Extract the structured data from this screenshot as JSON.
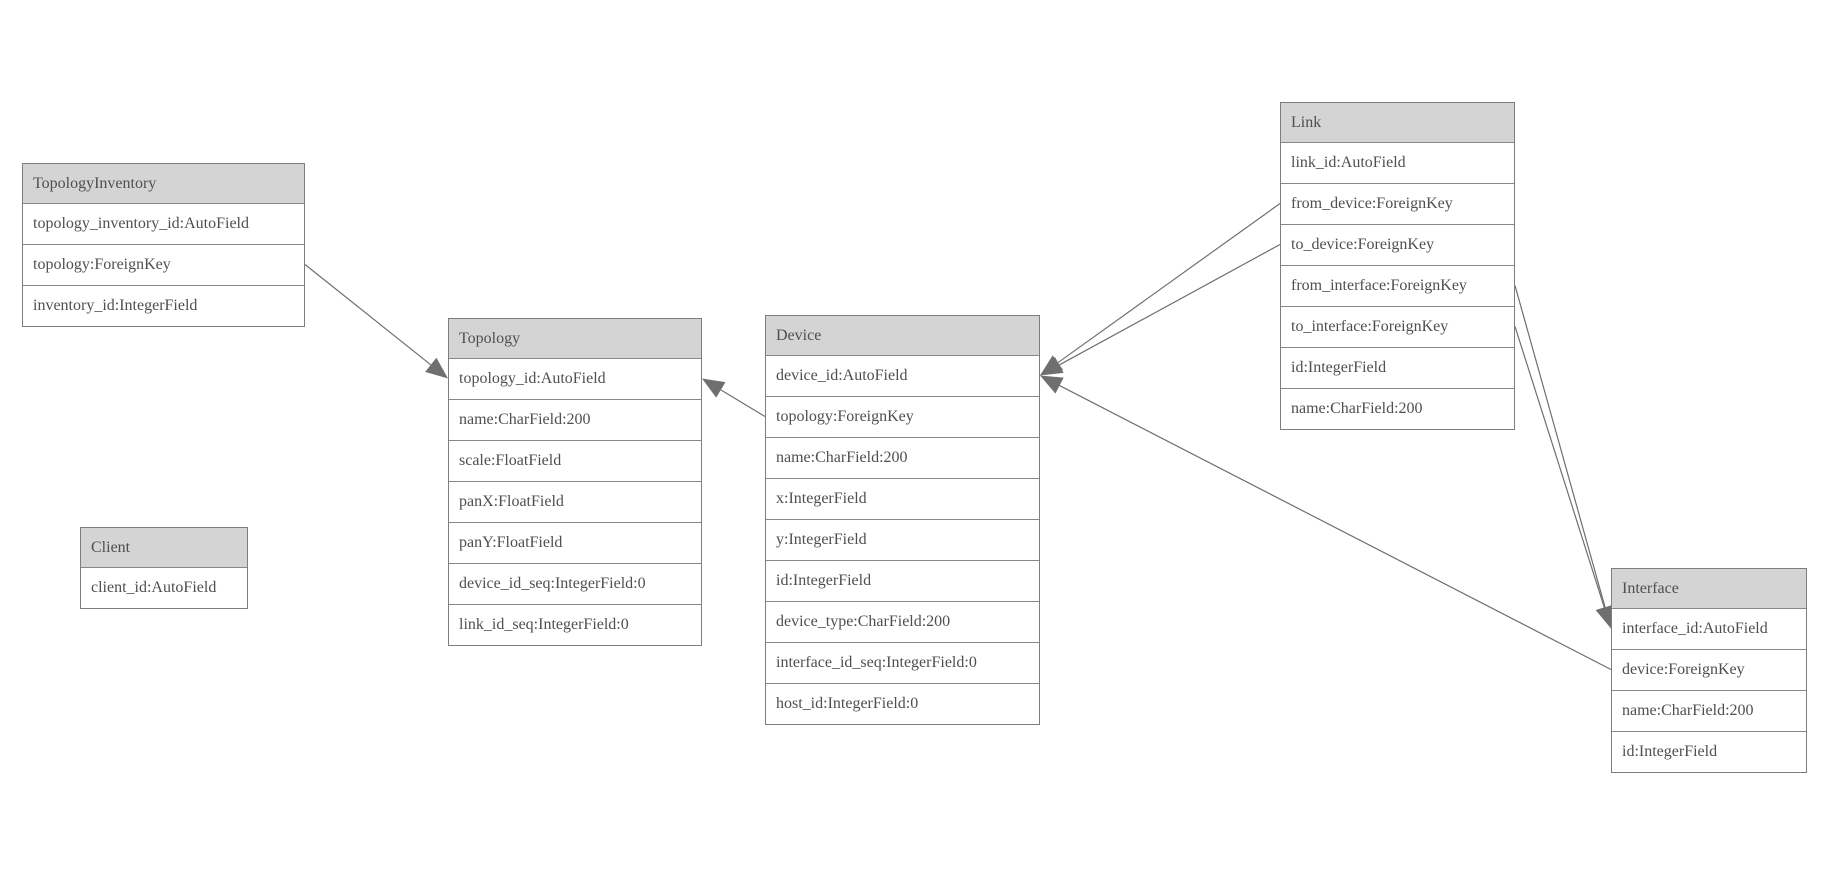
{
  "diagram": {
    "colors": {
      "header_fill": "#d4d4d4",
      "row_fill": "#ffffff",
      "border": "#7d7d7d",
      "text": "#4f4f4f",
      "edge": "#6f6f6f",
      "arrowhead": "#6f6f6f"
    },
    "entities": [
      {
        "name": "TopologyInventory",
        "fields": [
          "topology_inventory_id:AutoField",
          "topology:ForeignKey",
          "inventory_id:IntegerField"
        ]
      },
      {
        "name": "Topology",
        "fields": [
          "topology_id:AutoField",
          "name:CharField:200",
          "scale:FloatField",
          "panX:FloatField",
          "panY:FloatField",
          "device_id_seq:IntegerField:0",
          "link_id_seq:IntegerField:0"
        ]
      },
      {
        "name": "Client",
        "fields": [
          "client_id:AutoField"
        ]
      },
      {
        "name": "Device",
        "fields": [
          "device_id:AutoField",
          "topology:ForeignKey",
          "name:CharField:200",
          "x:IntegerField",
          "y:IntegerField",
          "id:IntegerField",
          "device_type:CharField:200",
          "interface_id_seq:IntegerField:0",
          "host_id:IntegerField:0"
        ]
      },
      {
        "name": "Link",
        "fields": [
          "link_id:AutoField",
          "from_device:ForeignKey",
          "to_device:ForeignKey",
          "from_interface:ForeignKey",
          "to_interface:ForeignKey",
          "id:IntegerField",
          "name:CharField:200"
        ]
      },
      {
        "name": "Interface",
        "fields": [
          "interface_id:AutoField",
          "device:ForeignKey",
          "name:CharField:200",
          "id:IntegerField"
        ]
      }
    ],
    "relations": [
      {
        "from_entity": "TopologyInventory",
        "from_field": "topology",
        "to_entity": "Topology",
        "to_field": "topology_id"
      },
      {
        "from_entity": "Device",
        "from_field": "topology",
        "to_entity": "Topology",
        "to_field": "topology_id"
      },
      {
        "from_entity": "Link",
        "from_field": "from_device",
        "to_entity": "Device",
        "to_field": "device_id"
      },
      {
        "from_entity": "Link",
        "from_field": "to_device",
        "to_entity": "Device",
        "to_field": "device_id"
      },
      {
        "from_entity": "Interface",
        "from_field": "device",
        "to_entity": "Device",
        "to_field": "device_id"
      },
      {
        "from_entity": "Link",
        "from_field": "from_interface",
        "to_entity": "Interface",
        "to_field": "interface_id"
      },
      {
        "from_entity": "Link",
        "from_field": "to_interface",
        "to_entity": "Interface",
        "to_field": "interface_id"
      }
    ]
  }
}
